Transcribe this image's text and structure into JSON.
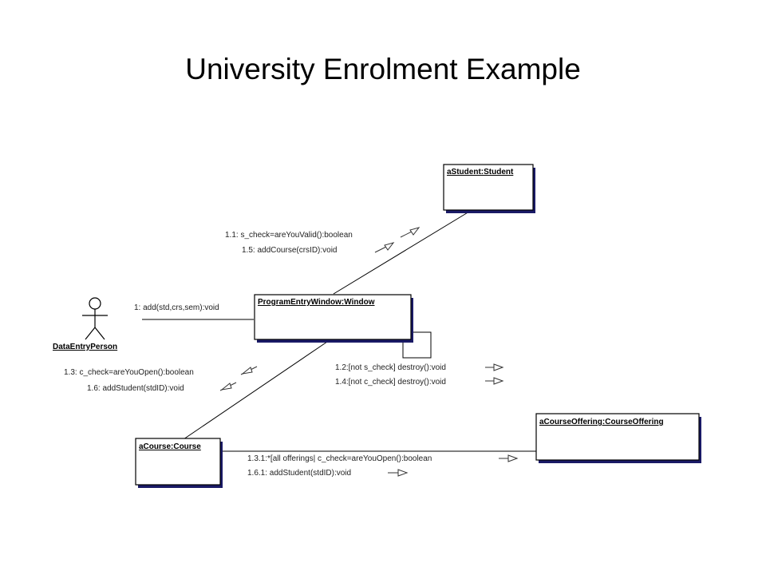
{
  "title": "University Enrolment Example",
  "actor": {
    "name": "DataEntryPerson"
  },
  "objects": {
    "student": "aStudent:Student",
    "window": "ProgramEntryWindow:Window",
    "course": "aCourse:Course",
    "offering": "aCourseOffering:CourseOffering"
  },
  "messages": {
    "m1": "1: add(std,crs,sem):void",
    "m1_1": "1.1: s_check=areYouValid():boolean",
    "m1_5": "1.5: addCourse(crsID):void",
    "m1_2": "1.2:[not s_check] destroy():void",
    "m1_4": "1.4:[not c_check] destroy():void",
    "m1_3": "1.3: c_check=areYouOpen():boolean",
    "m1_6": "1.6: addStudent(stdID):void",
    "m1_3_1": "1.3.1:*[all offerings| c_check=areYouOpen():boolean",
    "m1_6_1": "1.6.1: addStudent(stdID):void"
  }
}
